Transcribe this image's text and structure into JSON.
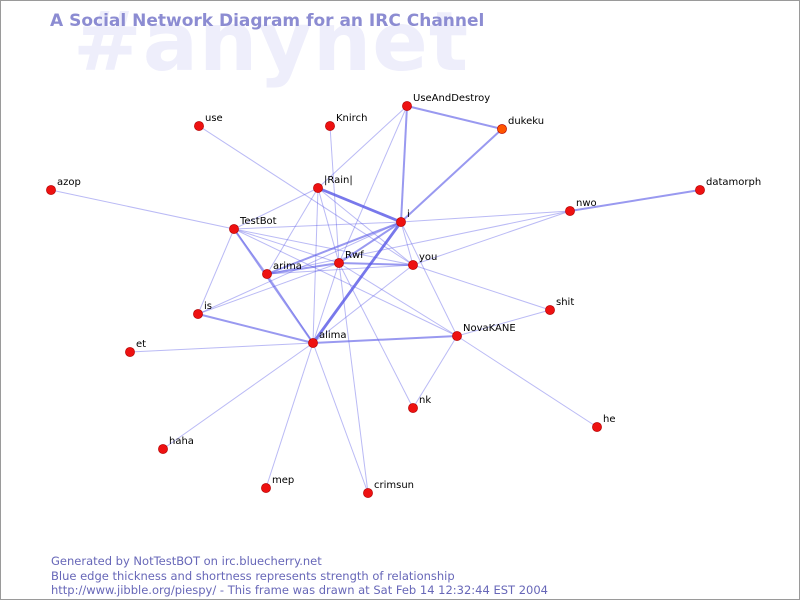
{
  "watermark": "#anynet",
  "title": "A Social Network Diagram for an IRC Channel",
  "footer": {
    "line1": "Generated by NotTestBOT on irc.bluecherry.net",
    "line2": "Blue edge thickness and shortness represents strength of relationship",
    "line3": "http://www.jibble.org/piespy/ - This frame was drawn at Sat Feb 14 12:32:44 EST 2004"
  },
  "colors": {
    "node": "#ee1111",
    "node_highlight": "#ff5500",
    "edge": "#5a5ae6",
    "title": "#8c8cd2",
    "watermark": "#eeeefb",
    "footer": "#6767b8"
  },
  "nodes": [
    {
      "id": "UseAndDestroy",
      "label": "UseAndDestroy"
    },
    {
      "id": "dukeku",
      "label": "dukeku",
      "highlight": true
    },
    {
      "id": "use",
      "label": "use"
    },
    {
      "id": "Knirch",
      "label": "Knirch"
    },
    {
      "id": "azop",
      "label": "azop"
    },
    {
      "id": "Rain",
      "label": "|Rain|"
    },
    {
      "id": "datamorph",
      "label": "datamorph"
    },
    {
      "id": "nwo",
      "label": "nwo"
    },
    {
      "id": "i",
      "label": "i"
    },
    {
      "id": "TestBot",
      "label": "TestBot"
    },
    {
      "id": "Rwf",
      "label": "Rwf"
    },
    {
      "id": "arima",
      "label": "arima"
    },
    {
      "id": "you",
      "label": "you"
    },
    {
      "id": "shit",
      "label": "shit"
    },
    {
      "id": "is",
      "label": "is"
    },
    {
      "id": "NovaKANE",
      "label": "NovaKANE"
    },
    {
      "id": "alima",
      "label": "alima"
    },
    {
      "id": "et",
      "label": "et"
    },
    {
      "id": "nk",
      "label": "nk"
    },
    {
      "id": "he",
      "label": "he"
    },
    {
      "id": "haha",
      "label": "haha"
    },
    {
      "id": "mep",
      "label": "mep"
    },
    {
      "id": "crimsun",
      "label": "crimsun"
    }
  ],
  "edges": [
    {
      "source": "UseAndDestroy",
      "target": "dukeku",
      "weight": 2
    },
    {
      "source": "UseAndDestroy",
      "target": "i",
      "weight": 2
    },
    {
      "source": "UseAndDestroy",
      "target": "Rain",
      "weight": 1
    },
    {
      "source": "UseAndDestroy",
      "target": "Rwf",
      "weight": 1
    },
    {
      "source": "dukeku",
      "target": "i",
      "weight": 2
    },
    {
      "source": "Knirch",
      "target": "Rwf",
      "weight": 1
    },
    {
      "source": "use",
      "target": "you",
      "weight": 1
    },
    {
      "source": "azop",
      "target": "TestBot",
      "weight": 1
    },
    {
      "source": "datamorph",
      "target": "nwo",
      "weight": 2
    },
    {
      "source": "nwo",
      "target": "i",
      "weight": 1
    },
    {
      "source": "nwo",
      "target": "you",
      "weight": 1
    },
    {
      "source": "nwo",
      "target": "arima",
      "weight": 1
    },
    {
      "source": "Rain",
      "target": "i",
      "weight": 3
    },
    {
      "source": "Rain",
      "target": "TestBot",
      "weight": 1
    },
    {
      "source": "Rain",
      "target": "arima",
      "weight": 1
    },
    {
      "source": "Rain",
      "target": "alima",
      "weight": 1
    },
    {
      "source": "Rain",
      "target": "you",
      "weight": 1
    },
    {
      "source": "Rain",
      "target": "Rwf",
      "weight": 1
    },
    {
      "source": "i",
      "target": "TestBot",
      "weight": 1
    },
    {
      "source": "i",
      "target": "arima",
      "weight": 2
    },
    {
      "source": "i",
      "target": "Rwf",
      "weight": 2
    },
    {
      "source": "i",
      "target": "alima",
      "weight": 3
    },
    {
      "source": "i",
      "target": "NovaKANE",
      "weight": 1
    },
    {
      "source": "i",
      "target": "is",
      "weight": 1
    },
    {
      "source": "i",
      "target": "you",
      "weight": 1
    },
    {
      "source": "TestBot",
      "target": "Rwf",
      "weight": 1
    },
    {
      "source": "TestBot",
      "target": "arima",
      "weight": 1
    },
    {
      "source": "TestBot",
      "target": "you",
      "weight": 1
    },
    {
      "source": "TestBot",
      "target": "alima",
      "weight": 2
    },
    {
      "source": "TestBot",
      "target": "NovaKANE",
      "weight": 1
    },
    {
      "source": "TestBot",
      "target": "is",
      "weight": 1
    },
    {
      "source": "Rwf",
      "target": "arima",
      "weight": 2
    },
    {
      "source": "Rwf",
      "target": "you",
      "weight": 2
    },
    {
      "source": "Rwf",
      "target": "alima",
      "weight": 1
    },
    {
      "source": "Rwf",
      "target": "NovaKANE",
      "weight": 1
    },
    {
      "source": "Rwf",
      "target": "nk",
      "weight": 1
    },
    {
      "source": "Rwf",
      "target": "is",
      "weight": 1
    },
    {
      "source": "Rwf",
      "target": "crimsun",
      "weight": 1
    },
    {
      "source": "arima",
      "target": "you",
      "weight": 1
    },
    {
      "source": "arima",
      "target": "alima",
      "weight": 1
    },
    {
      "source": "you",
      "target": "alima",
      "weight": 1
    },
    {
      "source": "you",
      "target": "shit",
      "weight": 1
    },
    {
      "source": "is",
      "target": "alima",
      "weight": 2
    },
    {
      "source": "alima",
      "target": "NovaKANE",
      "weight": 2
    },
    {
      "source": "alima",
      "target": "et",
      "weight": 1
    },
    {
      "source": "alima",
      "target": "haha",
      "weight": 1
    },
    {
      "source": "alima",
      "target": "mep",
      "weight": 1
    },
    {
      "source": "alima",
      "target": "crimsun",
      "weight": 1
    },
    {
      "source": "NovaKANE",
      "target": "shit",
      "weight": 1
    },
    {
      "source": "NovaKANE",
      "target": "he",
      "weight": 1
    },
    {
      "source": "NovaKANE",
      "target": "nk",
      "weight": 1
    }
  ]
}
